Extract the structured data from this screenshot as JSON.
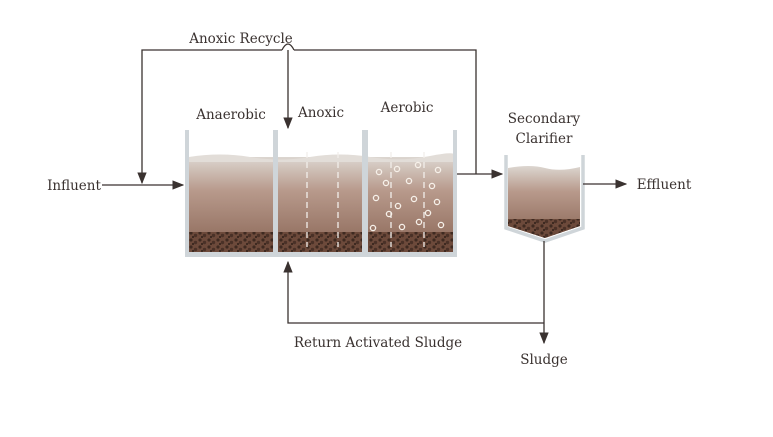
{
  "labels": {
    "anoxic_recycle": "Anoxic Recycle",
    "anaerobic": "Anaerobic",
    "anoxic": "Anoxic",
    "aerobic": "Aerobic",
    "secondary_clarifier_line1": "Secondary",
    "secondary_clarifier_line2": "Clarifier",
    "influent": "Influent",
    "effluent": "Effluent",
    "return_activated_sludge": "Return Activated Sludge",
    "sludge": "Sludge"
  },
  "colors": {
    "line": "#3a3230",
    "liquid_top": "#d8d2cc",
    "liquid_bottom": "#8f6a5a",
    "sludge_bed": "#5a3d30",
    "tank_wall": "#d9dde0",
    "bubble": "#f5efe8"
  }
}
